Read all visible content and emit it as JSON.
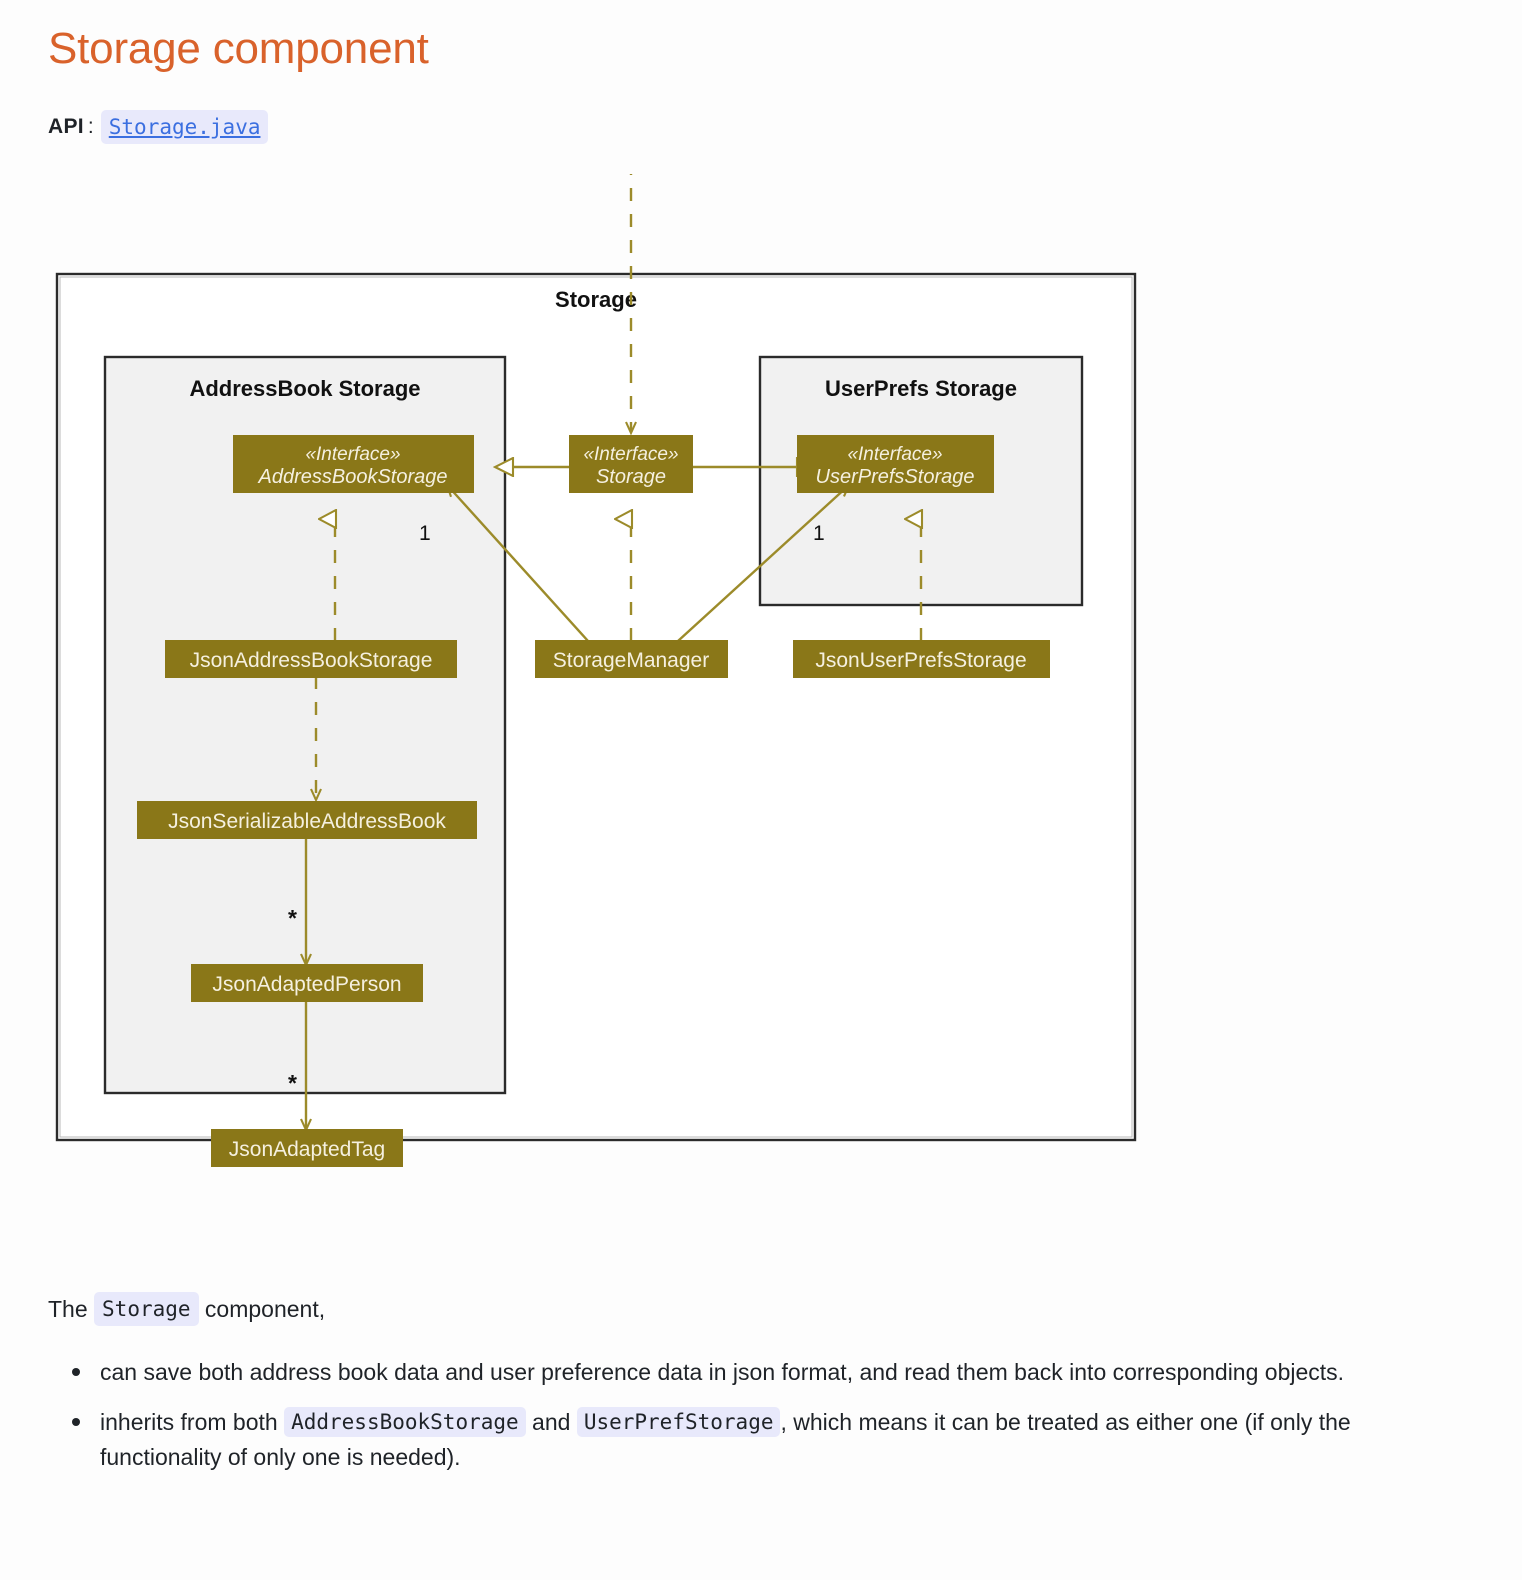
{
  "heading": "Storage component",
  "api": {
    "label": "API",
    "separator": ":",
    "link_text": "Storage.java"
  },
  "diagram": {
    "outer_frame_title": "Storage",
    "packages": [
      {
        "id": "addressbook",
        "title": "AddressBook Storage"
      },
      {
        "id": "userprefs",
        "title": "UserPrefs Storage"
      }
    ],
    "stereotype": "«Interface»",
    "nodes": [
      {
        "id": "addressbookstorage",
        "name": "AddressBookStorage",
        "stereotype": "«Interface»",
        "kind": "interface"
      },
      {
        "id": "storage",
        "name": "Storage",
        "stereotype": "«Interface»",
        "kind": "interface"
      },
      {
        "id": "userprefsstorage",
        "name": "UserPrefsStorage",
        "stereotype": "«Interface»",
        "kind": "interface"
      },
      {
        "id": "jsonaddressbookstorage",
        "name": "JsonAddressBookStorage",
        "kind": "class"
      },
      {
        "id": "storagemanager",
        "name": "StorageManager",
        "kind": "class"
      },
      {
        "id": "jsonuserprefsstorage",
        "name": "JsonUserPrefsStorage",
        "kind": "class"
      },
      {
        "id": "jsonserializableaddressbook",
        "name": "JsonSerializableAddressBook",
        "kind": "class"
      },
      {
        "id": "jsonadaptedperson",
        "name": "JsonAdaptedPerson",
        "kind": "class"
      },
      {
        "id": "jsonadaptedtag",
        "name": "JsonAdaptedTag",
        "kind": "class"
      }
    ],
    "multiplicities": [
      {
        "id": "mult-ab",
        "label": "1"
      },
      {
        "id": "mult-up",
        "label": "1"
      },
      {
        "id": "mult-person",
        "label": "*"
      },
      {
        "id": "mult-tag",
        "label": "*"
      }
    ],
    "relations": [
      {
        "from": "external",
        "to": "storage",
        "type": "dependency"
      },
      {
        "from": "storage",
        "to": "addressbookstorage",
        "type": "generalization"
      },
      {
        "from": "storage",
        "to": "userprefsstorage",
        "type": "generalization"
      },
      {
        "from": "storagemanager",
        "to": "storage",
        "type": "realization"
      },
      {
        "from": "jsonaddressbookstorage",
        "to": "addressbookstorage",
        "type": "realization"
      },
      {
        "from": "jsonuserprefsstorage",
        "to": "userprefsstorage",
        "type": "realization"
      },
      {
        "from": "storagemanager",
        "to": "addressbookstorage",
        "type": "association",
        "multiplicity": "1"
      },
      {
        "from": "storagemanager",
        "to": "userprefsstorage",
        "type": "association",
        "multiplicity": "1"
      },
      {
        "from": "jsonaddressbookstorage",
        "to": "jsonserializableaddressbook",
        "type": "dependency"
      },
      {
        "from": "jsonserializableaddressbook",
        "to": "jsonadaptedperson",
        "type": "association",
        "multiplicity": "*"
      },
      {
        "from": "jsonadaptedperson",
        "to": "jsonadaptedtag",
        "type": "association",
        "multiplicity": "*"
      }
    ],
    "colors": {
      "node_fill": "#8a7718",
      "node_text": "#f5f0df",
      "line": "#9c8b2a",
      "package_fill": "#f1f1f1",
      "package_border": "#2b2b2b",
      "frame_fill": "#ffffff"
    }
  },
  "prose": {
    "intro_prefix": "The ",
    "intro_code": "Storage",
    "intro_suffix": " component,",
    "bullets": [
      {
        "parts": [
          {
            "type": "text",
            "value": "can save both address book data and user preference data in json format, and read them back into corresponding objects."
          }
        ]
      },
      {
        "parts": [
          {
            "type": "text",
            "value": "inherits from both "
          },
          {
            "type": "code",
            "value": "AddressBookStorage"
          },
          {
            "type": "text",
            "value": " and "
          },
          {
            "type": "code",
            "value": "UserPrefStorage"
          },
          {
            "type": "text",
            "value": ", which means it can be treated as either one (if only the functionality of only one is needed)."
          }
        ]
      }
    ]
  }
}
